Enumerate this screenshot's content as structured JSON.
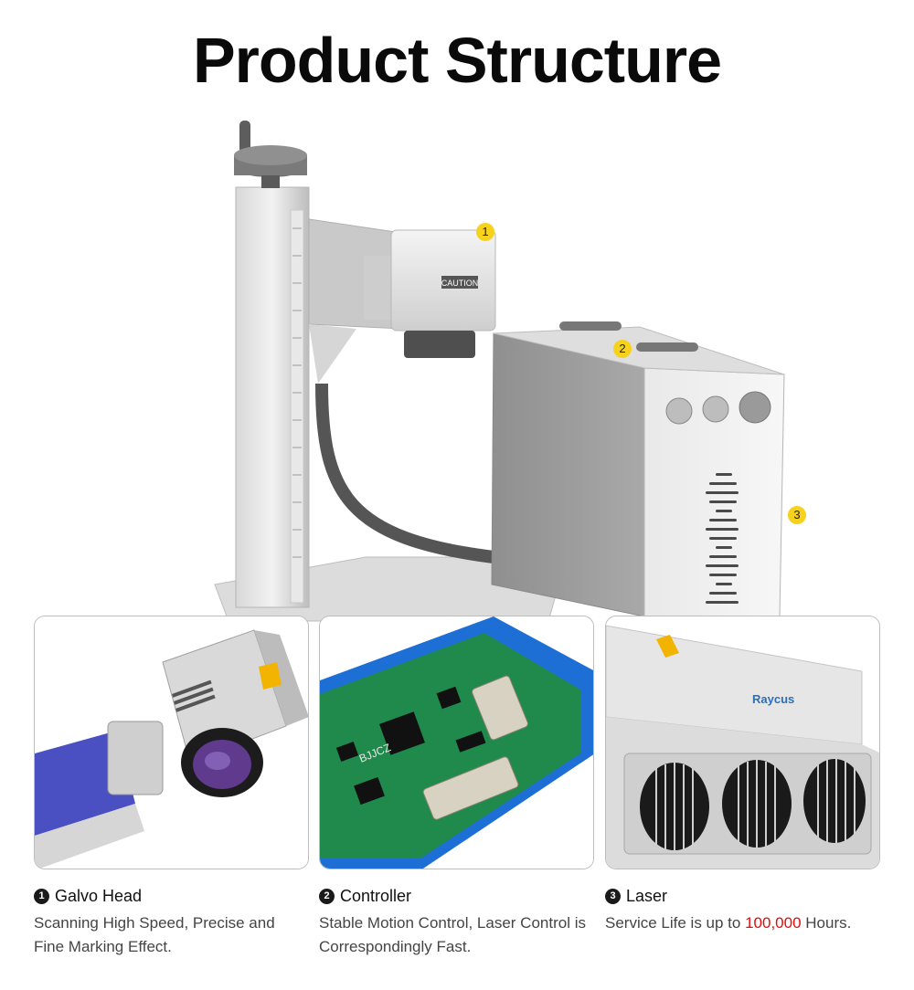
{
  "title": "Product Structure",
  "hero": {
    "markers": [
      "1",
      "2",
      "3"
    ],
    "caution_label": "CAUTION",
    "controller_code": "BJJCZ"
  },
  "features": [
    {
      "number": "1",
      "title": "Galvo Head",
      "description": "Scanning High Speed, Precise and Fine Marking Effect."
    },
    {
      "number": "2",
      "title": "Controller",
      "description": "Stable Motion Control, Laser Control is Correspondingly Fast."
    },
    {
      "number": "3",
      "title": "Laser",
      "description_before": "Service Life is up to ",
      "description_highlight": "100,000",
      "description_after": " Hours."
    }
  ],
  "cards": {
    "laser_brand": "Raycus"
  },
  "colors": {
    "marker": "#f6d21f",
    "highlight": "#e30b0b",
    "board_green": "#1f8a4c",
    "board_blue": "#1d6fd6"
  }
}
